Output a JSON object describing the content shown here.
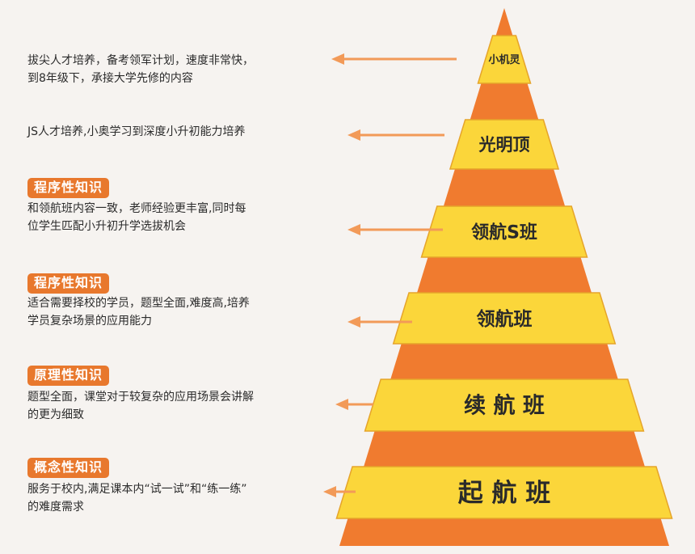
{
  "colors": {
    "orange": "#f07b2f",
    "yellow": "#fbd63a",
    "stroke": "#e6a42a",
    "arrow": "#f29a58",
    "badge": "#e8782d"
  },
  "tiers": [
    {
      "label": "小机灵"
    },
    {
      "label": "光明顶"
    },
    {
      "label": "领航S班"
    },
    {
      "label": "领航班"
    },
    {
      "label": "续 航 班"
    },
    {
      "label": "起 航 班"
    }
  ],
  "items": [
    {
      "tag": "",
      "text": "拔尖人才培养，备考领军计划，速度非常快，\n到8年级下，承接大学先修的内容"
    },
    {
      "tag": "",
      "text": "JS人才培养,小奥学习到深度小升初能力培养"
    },
    {
      "tag": "程序性知识",
      "text": "和领航班内容一致，老师经验更丰富,同时每\n位学生匹配小升初升学选拔机会"
    },
    {
      "tag": "程序性知识",
      "text": "适合需要择校的学员，题型全面,难度高,培养\n学员复杂场景的应用能力"
    },
    {
      "tag": "原理性知识",
      "text": "题型全面，课堂对于较复杂的应用场景会讲解\n的更为细致"
    },
    {
      "tag": "概念性知识",
      "text": "服务于校内,满足课本内“试一试”和“练一练”\n的难度需求"
    }
  ]
}
